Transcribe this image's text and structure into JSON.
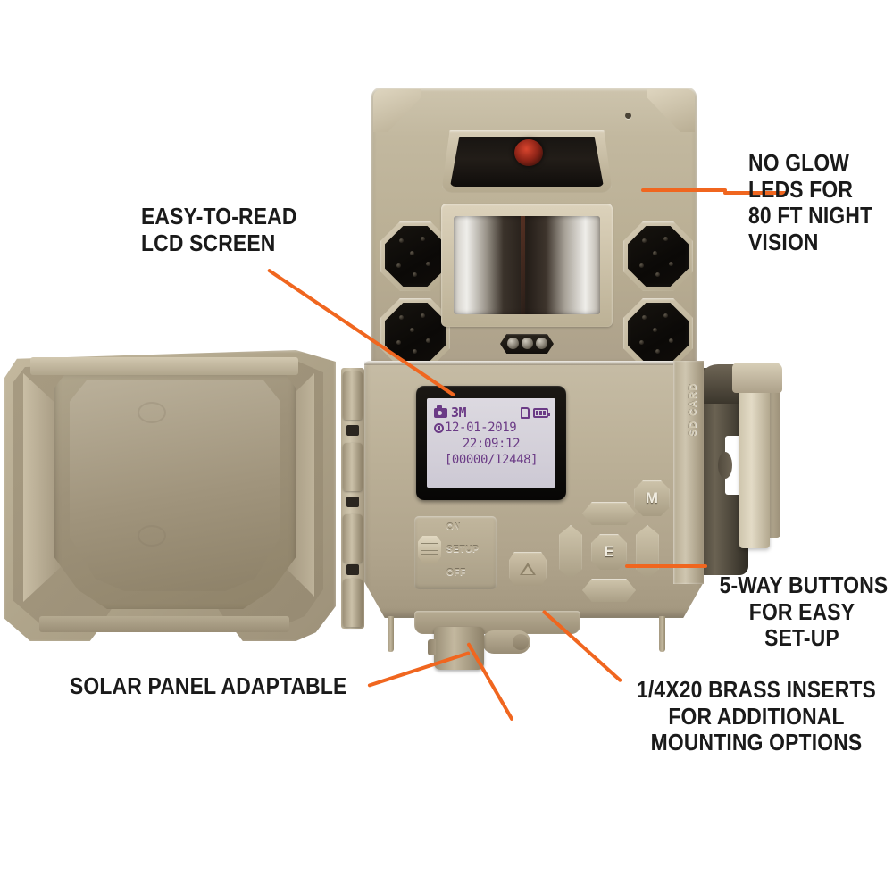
{
  "product": {
    "name": "trail-camera",
    "body_color": "#b5aa91",
    "accent_color": "#F0661F",
    "text_color": "#1a1a1a"
  },
  "callouts": [
    {
      "id": "lcd-screen",
      "lines": [
        "EASY-TO-READ",
        "LCD SCREEN"
      ],
      "align": "left"
    },
    {
      "id": "no-glow-leds",
      "lines": [
        "NO GLOW",
        "LEDS FOR",
        "80 FT NIGHT",
        "VISION"
      ],
      "align": "left"
    },
    {
      "id": "five-way-buttons",
      "lines": [
        "5-WAY BUTTONS",
        "FOR EASY",
        "SET-UP"
      ],
      "align": "center"
    },
    {
      "id": "brass-inserts",
      "lines": [
        "1/4X20 BRASS INSERTS",
        "FOR ADDITIONAL",
        "MOUNTING OPTIONS"
      ],
      "align": "center"
    },
    {
      "id": "solar-panel",
      "lines": [
        "SOLAR PANEL ADAPTABLE"
      ],
      "align": "left"
    }
  ],
  "lcd": {
    "mode": "3M",
    "date": "12-01-2019",
    "time": "22:09:12",
    "counter": "[00000/12448]",
    "icons": {
      "camera": "camera-icon",
      "sd": "sd-card-icon",
      "battery": "battery-icon",
      "clock": "clock-icon"
    },
    "screen_color": "#d4d0da",
    "text_color": "#6b3b86"
  },
  "controls": {
    "center_button": "E",
    "mode_button": "M",
    "switch": {
      "on": "ON",
      "setup": "SETUP",
      "off": "OFF"
    },
    "triangle_button": "warning-triangle-icon"
  },
  "body_labels": {
    "sd_card": "SD CARD"
  }
}
